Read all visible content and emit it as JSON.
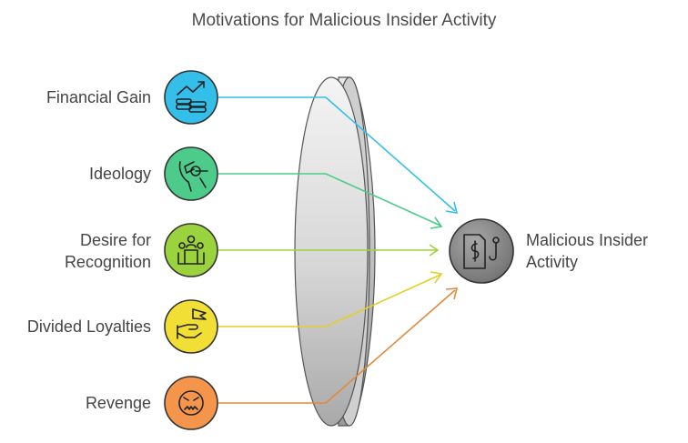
{
  "title": "Motivations for Malicious Insider Activity",
  "inputs": [
    {
      "label": "Financial Gain",
      "icon": "money-growth-icon",
      "color": "#33BFEA"
    },
    {
      "label": "Ideology",
      "icon": "thought-head-icon",
      "color": "#4DCB8A"
    },
    {
      "label": "Desire for Recognition",
      "icon": "podium-icon",
      "color": "#9BD33E"
    },
    {
      "label": "Divided Loyalties",
      "icon": "hand-flag-icon",
      "color": "#F2DF36"
    },
    {
      "label": "Revenge",
      "icon": "angry-face-icon",
      "color": "#F4954B"
    }
  ],
  "output": {
    "label": "Malicious Insider Activity",
    "icon": "document-hook-icon",
    "color": "#8E8E8E"
  },
  "lens": {
    "icon": "lens-shape"
  }
}
